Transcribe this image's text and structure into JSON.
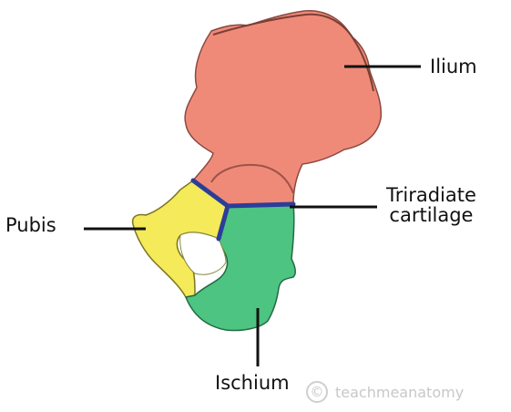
{
  "labels": {
    "ilium": "Ilium",
    "pubis": "Pubis",
    "triradiate_line1": "Triradiate",
    "triradiate_line2": "cartilage",
    "ischium": "Ischium"
  },
  "watermark": {
    "text": "teachmeanatomy",
    "icon": "copyright-icon"
  },
  "colors": {
    "ilium": "#f08a78",
    "pubis": "#f4ea5a",
    "ischium": "#4dc481",
    "cartilage": "#2c3d9a",
    "leader_line": "#111111"
  }
}
